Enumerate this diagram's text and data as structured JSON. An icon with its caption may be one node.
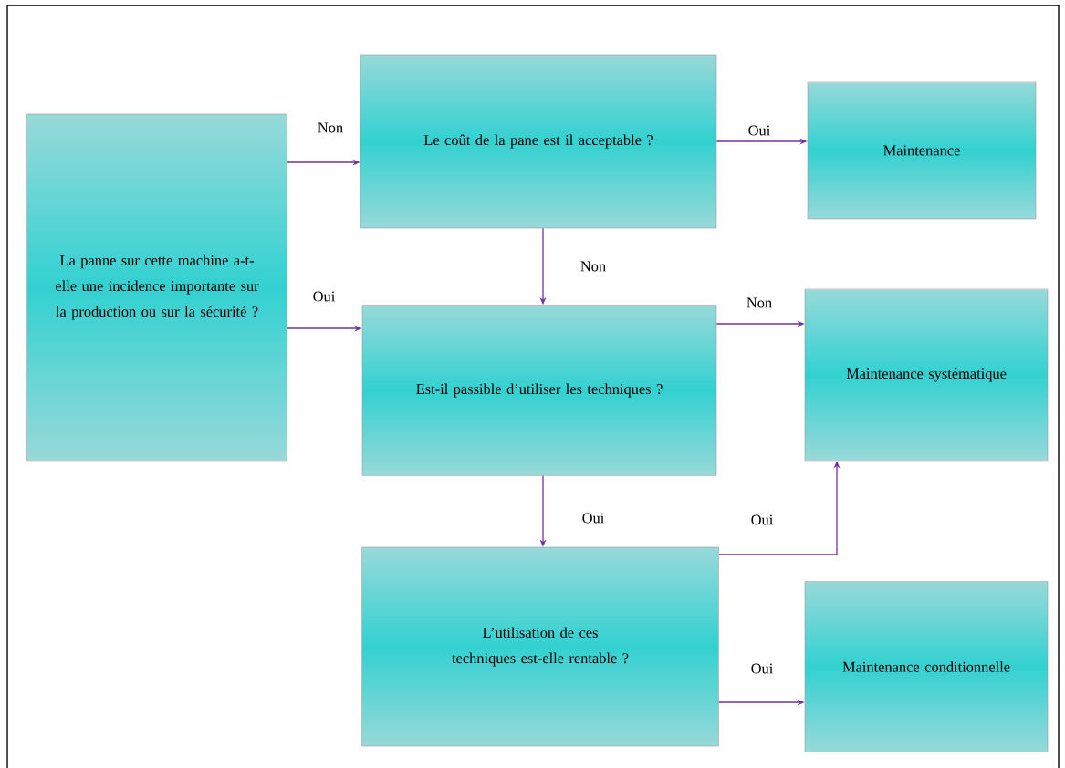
{
  "diagram": {
    "nodes": [
      {
        "text": [
          "La panne sur cette machine a-t-elle une incidence importante sur la production ou sur la sécurité ?"
        ]
      },
      {
        "text": [
          "Le coût de la pane est il acceptable ?"
        ]
      },
      {
        "text": [
          "Maintenance"
        ]
      },
      {
        "text": [
          "Est-il passible d’utiliser les techniques ?"
        ]
      },
      {
        "text": [
          "Maintenance systématique"
        ]
      },
      {
        "text": [
          "L’utilisation de ces techniques est-elle rentable ?"
        ]
      },
      {
        "text": [
          "Maintenance conditionnelle"
        ]
      }
    ],
    "edges": [
      {
        "from": 0,
        "to": 1,
        "arrow": "to",
        "label": "Non"
      },
      {
        "from": 0,
        "to": 3,
        "arrow": "to",
        "label": "Oui"
      },
      {
        "from": 1,
        "to": 2,
        "arrow": "to",
        "label": "Oui"
      },
      {
        "from": 1,
        "to": 3,
        "arrow": "to",
        "label": "Non"
      },
      {
        "from": 3,
        "to": 4,
        "arrow": "to",
        "label": "Non"
      },
      {
        "from": 3,
        "to": 5,
        "arrow": "to",
        "label": "Oui"
      },
      {
        "from": 5,
        "to": 4,
        "arrow": "to",
        "label": "Oui"
      },
      {
        "from": 5,
        "to": 6,
        "arrow": "to",
        "label": "Oui"
      }
    ]
  }
}
